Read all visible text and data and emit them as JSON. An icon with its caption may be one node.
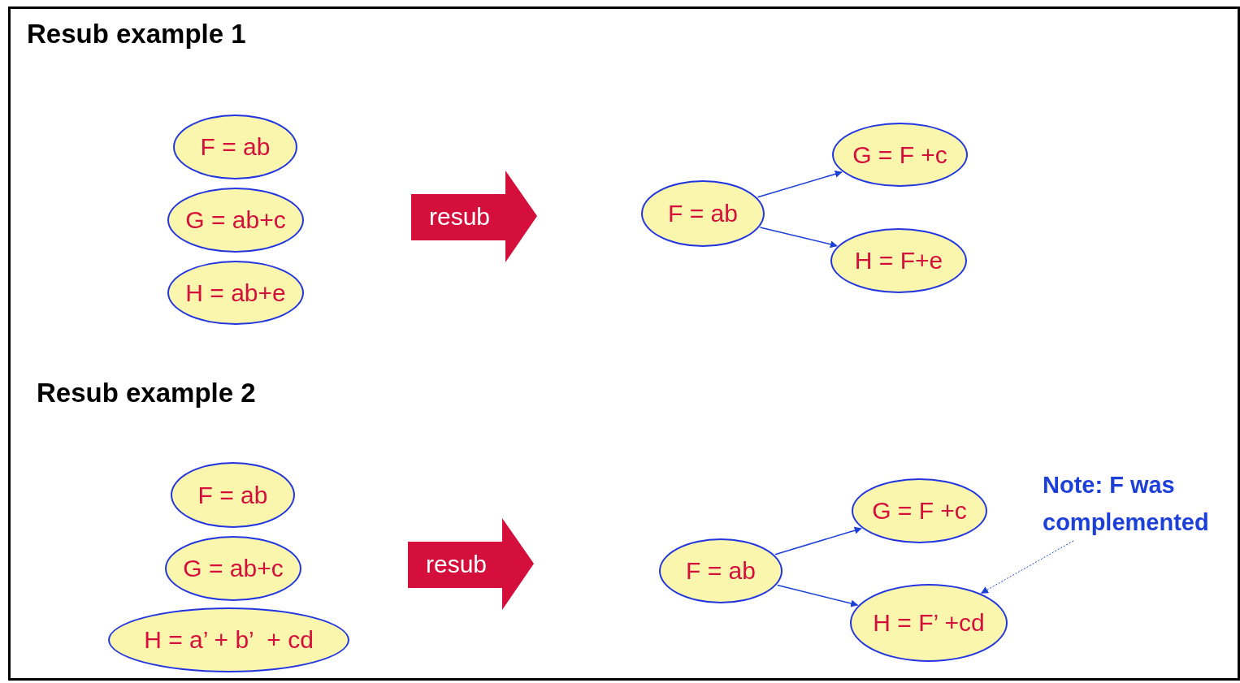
{
  "diagram": {
    "nodes": [
      {
        "text": [
          "F = ab"
        ]
      },
      {
        "text": [
          "G = ab+c"
        ]
      },
      {
        "text": [
          "H = ab+e"
        ]
      },
      {
        "text": [
          "resub"
        ]
      },
      {
        "text": [
          "F = ab"
        ]
      },
      {
        "text": [
          "G = F +c"
        ]
      },
      {
        "text": [
          "H = F+e"
        ]
      },
      {
        "text": [
          "F = ab"
        ]
      },
      {
        "text": [
          "G = ab+c"
        ]
      },
      {
        "text": [
          "H = a’ + b’  + cd"
        ]
      },
      {
        "text": [
          "resub"
        ]
      },
      {
        "text": [
          "F = ab"
        ]
      },
      {
        "text": [
          "G = F +c"
        ]
      },
      {
        "text": [
          "H = F’ +cd"
        ]
      },
      {
        "text": [
          "Note: F was complemented"
        ]
      }
    ],
    "edges": [
      {
        "from": 4,
        "to": 5,
        "arrow": "to"
      },
      {
        "from": 4,
        "to": 6,
        "arrow": "to"
      },
      {
        "from": 11,
        "to": 12,
        "arrow": "to"
      },
      {
        "from": 11,
        "to": 13,
        "arrow": "to"
      },
      {
        "from": 14,
        "to": 13,
        "arrow": "to",
        "style": "dashed"
      }
    ],
    "labels": [
      "Resub example 1",
      "Resub example 2"
    ]
  }
}
